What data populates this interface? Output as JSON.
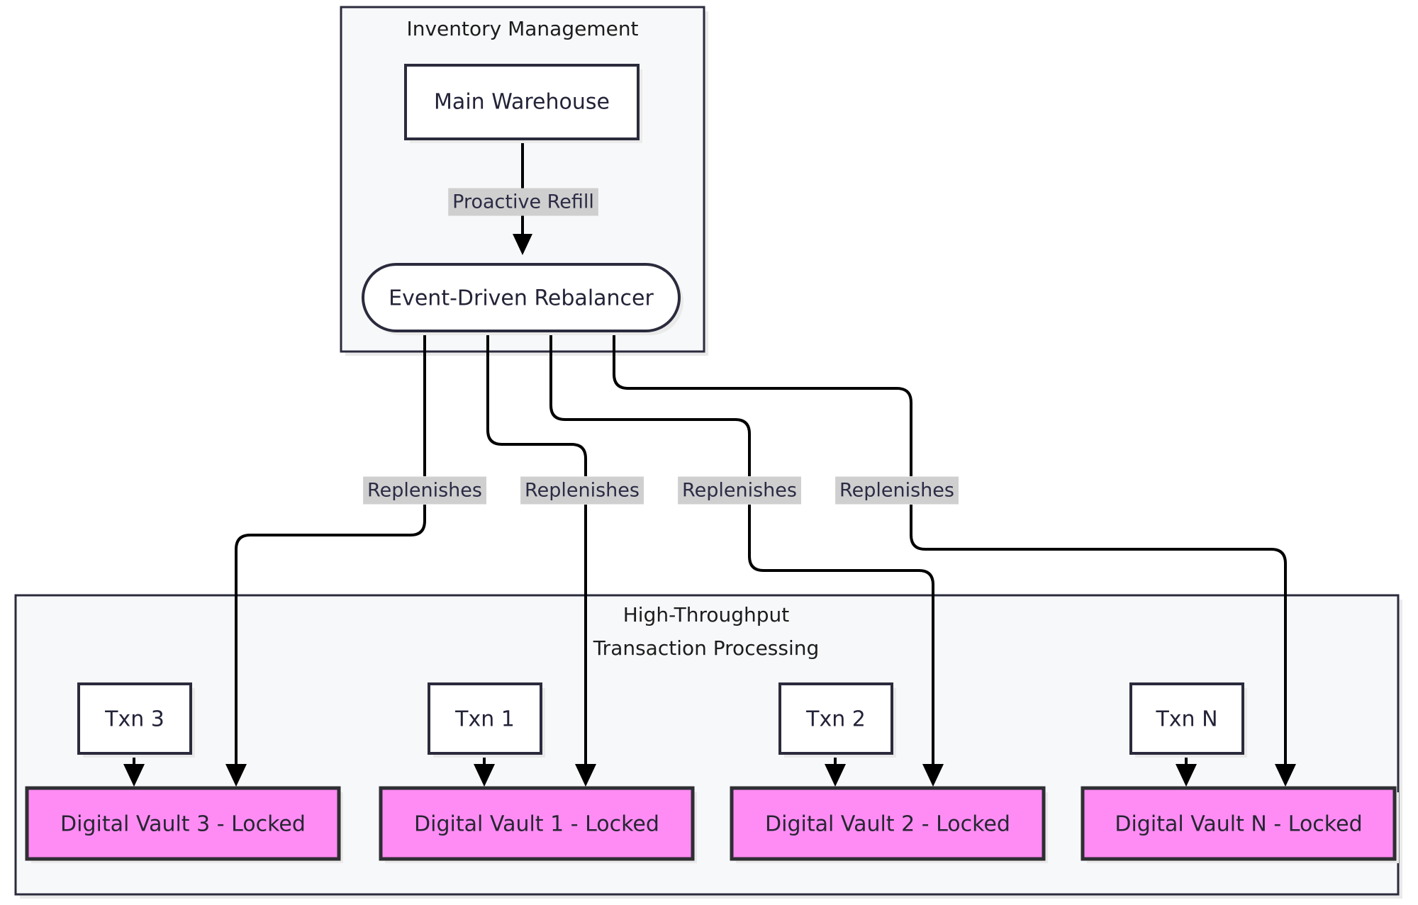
{
  "diagram": {
    "type": "flowchart",
    "direction": "top-down",
    "background": "#ffffff",
    "palette": {
      "cluster_fill": "#f7f8fa",
      "cluster_stroke": "#2b2b3d",
      "node_fill": "#ffffff",
      "node_stroke": "#2b2b3d",
      "vault_fill": "#ff8cf4",
      "vault_stroke": "#2e2e33",
      "edge_stroke": "#000000",
      "edge_label_bg": "#cfcfcf",
      "text": "#232338"
    },
    "clusters": [
      {
        "id": "inventory-management",
        "title": "Inventory Management"
      },
      {
        "id": "high-throughput",
        "title_line1": "High-Throughput",
        "title_line2": "Transaction Processing"
      }
    ],
    "nodes": {
      "main_warehouse": "Main Warehouse",
      "rebalancer": "Event-Driven Rebalancer",
      "txns": [
        {
          "id": "txn3",
          "label": "Txn 3"
        },
        {
          "id": "txn1",
          "label": "Txn 1"
        },
        {
          "id": "txn2",
          "label": "Txn 2"
        },
        {
          "id": "txnN",
          "label": "Txn N"
        }
      ],
      "vaults": [
        {
          "id": "vault3",
          "label": "Digital Vault 3 - Locked"
        },
        {
          "id": "vault1",
          "label": "Digital Vault 1 - Locked"
        },
        {
          "id": "vault2",
          "label": "Digital Vault 2 - Locked"
        },
        {
          "id": "vaultN",
          "label": "Digital Vault N - Locked"
        }
      ]
    },
    "edge_labels": {
      "proactive_refill": "Proactive Refill",
      "replenishes": [
        "Replenishes",
        "Replenishes",
        "Replenishes",
        "Replenishes"
      ]
    }
  }
}
